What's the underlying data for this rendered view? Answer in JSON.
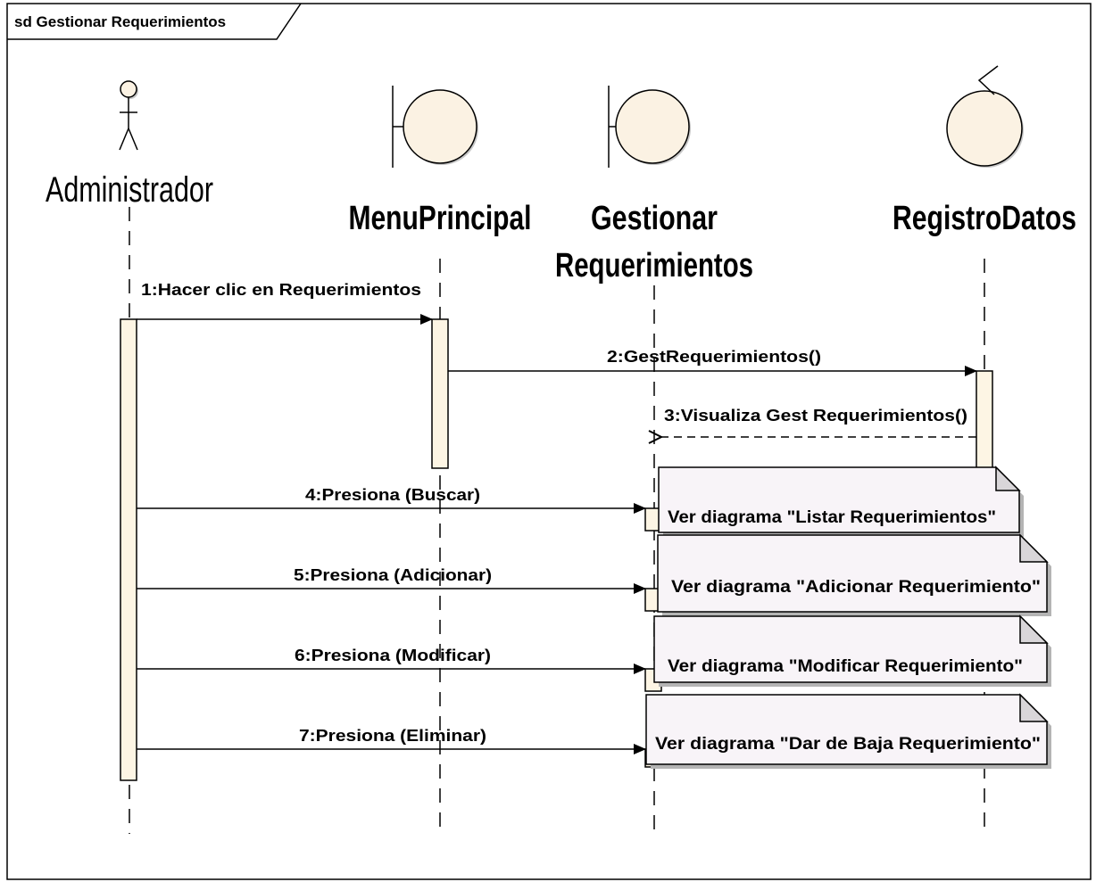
{
  "frame": {
    "title": "sd Gestionar Requerimientos"
  },
  "lifelines": [
    {
      "id": "administrador",
      "kind": "actor",
      "name_lines": [
        "Administrador"
      ]
    },
    {
      "id": "menu-principal",
      "kind": "boundary",
      "name_lines": [
        "MenuPrincipal"
      ]
    },
    {
      "id": "gestionar-requerimientos",
      "kind": "boundary",
      "name_lines": [
        "Gestionar",
        "Requerimientos"
      ]
    },
    {
      "id": "registro-datos",
      "kind": "entity",
      "name_lines": [
        "RegistroDatos"
      ]
    }
  ],
  "messages": [
    {
      "label": "1:Hacer clic en Requerimientos",
      "from": "administrador",
      "to": "menu-principal",
      "style": "synchronous"
    },
    {
      "label": "2:GestRequerimientos()",
      "from": "menu-principal",
      "to": "registro-datos",
      "style": "synchronous"
    },
    {
      "label": "3:Visualiza Gest Requerimientos()",
      "from": "registro-datos",
      "to": "gestionar-requerimientos",
      "style": "return"
    },
    {
      "label": "4:Presiona (Buscar)",
      "from": "administrador",
      "to": "gestionar-requerimientos",
      "style": "synchronous"
    },
    {
      "label": "5:Presiona (Adicionar)",
      "from": "administrador",
      "to": "gestionar-requerimientos",
      "style": "synchronous"
    },
    {
      "label": "6:Presiona (Modificar)",
      "from": "administrador",
      "to": "gestionar-requerimientos",
      "style": "synchronous"
    },
    {
      "label": "7:Presiona (Eliminar)",
      "from": "administrador",
      "to": "gestionar-requerimientos",
      "style": "synchronous"
    }
  ],
  "notes": [
    {
      "text": "Ver diagrama \"Listar Requerimientos\""
    },
    {
      "text": "Ver diagrama \"Adicionar Requerimiento\""
    },
    {
      "text": "Ver diagrama \"Modificar Requerimiento\""
    },
    {
      "text": "Ver diagrama \"Dar de Baja Requerimiento\""
    }
  ],
  "colors": {
    "activation_fill": "#fdf5e4",
    "icon_fill": "#fbf2e3",
    "note_fill": "#f8f4f8",
    "note_fold": "#d9d6d9",
    "shadow": "#b4b4b4",
    "line": "#000000"
  }
}
